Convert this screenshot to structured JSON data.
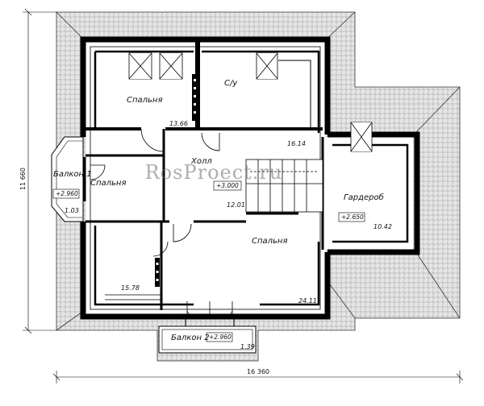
{
  "watermark": "RosProect.ru",
  "rooms": {
    "bedroom_top": {
      "name": "Спальня",
      "area": "13.66"
    },
    "bathroom": {
      "name": "С/у",
      "area": "16.14"
    },
    "hall": {
      "name": "Холл",
      "area": "12.01",
      "level": "+3.000"
    },
    "bedroom_left": {
      "name": "Спальня",
      "area": "15.78"
    },
    "bedroom_main": {
      "name": "Спальня",
      "area": "24.11"
    },
    "wardrobe": {
      "name": "Гардероб",
      "area": "10.42",
      "level": "+2.650"
    },
    "balcony1": {
      "name": "Балкон 1",
      "area": "1.03",
      "level": "+2.960"
    },
    "balcony2": {
      "name": "Балкон 2",
      "area": "1.39",
      "level": "+2.960"
    }
  },
  "dimensions": {
    "width": "16 360",
    "height": "11 660"
  }
}
